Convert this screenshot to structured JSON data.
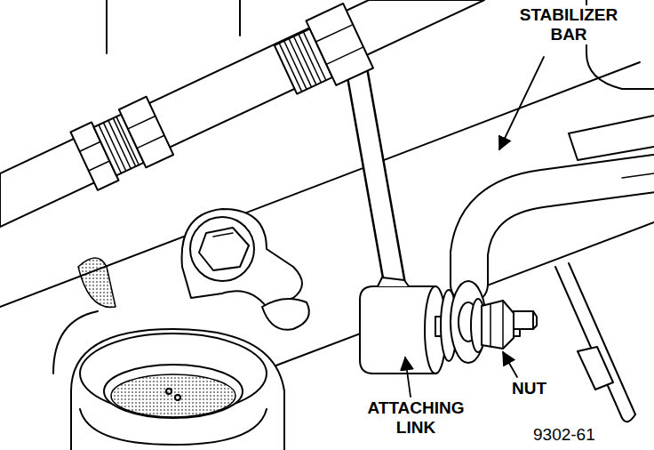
{
  "diagram": {
    "labels": [
      "STABILIZER BAR",
      "ATTACHING LINK",
      "NUT",
      "9302-61"
    ]
  }
}
